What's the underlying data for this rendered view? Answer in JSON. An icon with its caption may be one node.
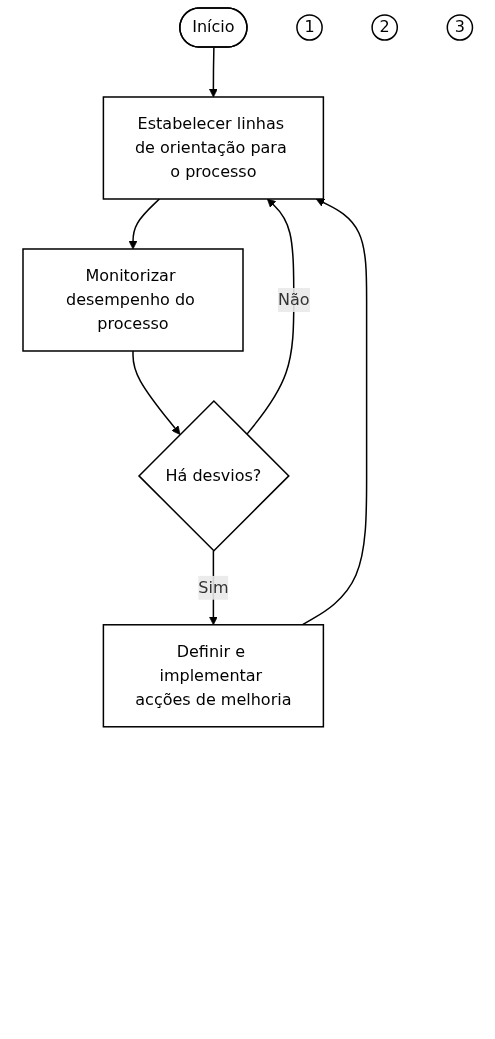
{
  "diagram": {
    "nodes": [
      {
        "text": [
          "Início"
        ]
      },
      {
        "text": [
          "Estabelecer linhas de orientação para o processo"
        ]
      },
      {
        "text": [
          "1"
        ]
      },
      {
        "text": [
          "Monitorizar desempenho do processo"
        ]
      },
      {
        "text": [
          "2"
        ]
      },
      {
        "text": [
          "Há desvios?"
        ]
      },
      {
        "text": [
          "Definir e implementar acções de melhoria"
        ]
      },
      {
        "text": [
          "3"
        ]
      }
    ],
    "edges": [
      {
        "from": 0,
        "to": 1,
        "arrow": "to"
      },
      {
        "from": 1,
        "to": 3,
        "arrow": "to"
      },
      {
        "from": 3,
        "to": 5,
        "arrow": "to"
      },
      {
        "from": 5,
        "to": 6,
        "label": "Sim",
        "arrow": "to"
      },
      {
        "from": 5,
        "to": 1,
        "label": "Não",
        "arrow": "to"
      },
      {
        "from": 6,
        "to": 1,
        "arrow": "to"
      }
    ]
  }
}
